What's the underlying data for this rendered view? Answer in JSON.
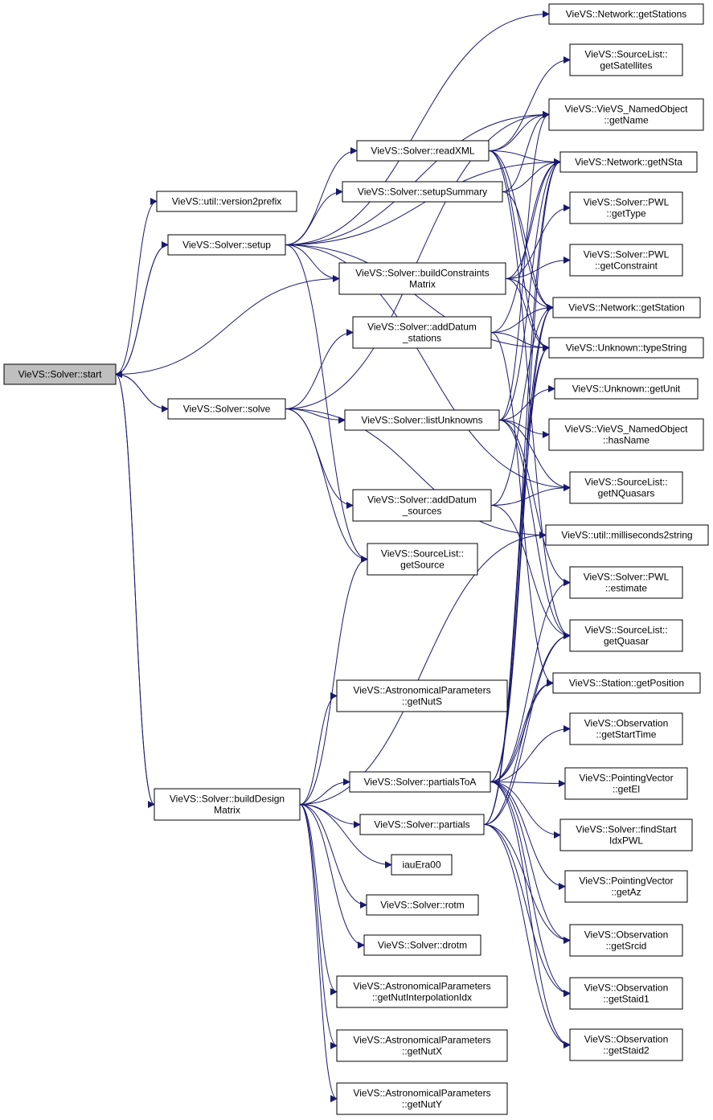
{
  "graph": {
    "type": "call-graph",
    "edge_color": "#191970",
    "root_fill": "#bfbfbf",
    "nodes": [
      {
        "id": "start",
        "lines": [
          "VieVS::Solver::start"
        ],
        "root": true
      },
      {
        "id": "version2prefix",
        "lines": [
          "VieVS::util::version2prefix"
        ]
      },
      {
        "id": "setup",
        "lines": [
          "VieVS::Solver::setup"
        ]
      },
      {
        "id": "solve",
        "lines": [
          "VieVS::Solver::solve"
        ]
      },
      {
        "id": "buildDesign",
        "lines": [
          "VieVS::Solver::buildDesign",
          "Matrix"
        ]
      },
      {
        "id": "readXML",
        "lines": [
          "VieVS::Solver::readXML"
        ]
      },
      {
        "id": "setupSummary",
        "lines": [
          "VieVS::Solver::setupSummary"
        ]
      },
      {
        "id": "buildConstraints",
        "lines": [
          "VieVS::Solver::buildConstraints",
          "Matrix"
        ]
      },
      {
        "id": "addDatumStations",
        "lines": [
          "VieVS::Solver::addDatum",
          "_stations"
        ]
      },
      {
        "id": "listUnknowns",
        "lines": [
          "VieVS::Solver::listUnknowns"
        ]
      },
      {
        "id": "addDatumSources",
        "lines": [
          "VieVS::Solver::addDatum",
          "_sources"
        ]
      },
      {
        "id": "getSource",
        "lines": [
          "VieVS::SourceList::",
          "getSource"
        ]
      },
      {
        "id": "getNutS",
        "lines": [
          "VieVS::AstronomicalParameters",
          "::getNutS"
        ]
      },
      {
        "id": "partialsToA",
        "lines": [
          "VieVS::Solver::partialsToA"
        ]
      },
      {
        "id": "partials",
        "lines": [
          "VieVS::Solver::partials"
        ]
      },
      {
        "id": "iauEra00",
        "lines": [
          "iauEra00"
        ]
      },
      {
        "id": "rotm",
        "lines": [
          "VieVS::Solver::rotm"
        ]
      },
      {
        "id": "drotm",
        "lines": [
          "VieVS::Solver::drotm"
        ]
      },
      {
        "id": "getNutInterp",
        "lines": [
          "VieVS::AstronomicalParameters",
          "::getNutInterpolationIdx"
        ]
      },
      {
        "id": "getNutX",
        "lines": [
          "VieVS::AstronomicalParameters",
          "::getNutX"
        ]
      },
      {
        "id": "getNutY",
        "lines": [
          "VieVS::AstronomicalParameters",
          "::getNutY"
        ]
      },
      {
        "id": "getStations",
        "lines": [
          "VieVS::Network::getStations"
        ]
      },
      {
        "id": "getSatellites",
        "lines": [
          "VieVS::SourceList::",
          "getSatellites"
        ]
      },
      {
        "id": "getName",
        "lines": [
          "VieVS::VieVS_NamedObject",
          "::getName"
        ]
      },
      {
        "id": "getNSta",
        "lines": [
          "VieVS::Network::getNSta"
        ]
      },
      {
        "id": "getType",
        "lines": [
          "VieVS::Solver::PWL",
          "::getType"
        ]
      },
      {
        "id": "getConstraint",
        "lines": [
          "VieVS::Solver::PWL",
          "::getConstraint"
        ]
      },
      {
        "id": "getStation",
        "lines": [
          "VieVS::Network::getStation"
        ]
      },
      {
        "id": "typeString",
        "lines": [
          "VieVS::Unknown::typeString"
        ]
      },
      {
        "id": "getUnit",
        "lines": [
          "VieVS::Unknown::getUnit"
        ]
      },
      {
        "id": "hasName",
        "lines": [
          "VieVS::VieVS_NamedObject",
          "::hasName"
        ]
      },
      {
        "id": "getNQuasars",
        "lines": [
          "VieVS::SourceList::",
          "getNQuasars"
        ]
      },
      {
        "id": "ms2string",
        "lines": [
          "VieVS::util::milliseconds2string"
        ]
      },
      {
        "id": "estimate",
        "lines": [
          "VieVS::Solver::PWL",
          "::estimate"
        ]
      },
      {
        "id": "getQuasar",
        "lines": [
          "VieVS::SourceList::",
          "getQuasar"
        ]
      },
      {
        "id": "getPosition",
        "lines": [
          "VieVS::Station::getPosition"
        ]
      },
      {
        "id": "getStartTime",
        "lines": [
          "VieVS::Observation",
          "::getStartTime"
        ]
      },
      {
        "id": "getEl",
        "lines": [
          "VieVS::PointingVector",
          "::getEl"
        ]
      },
      {
        "id": "findStartIdx",
        "lines": [
          "VieVS::Solver::findStart",
          "IdxPWL"
        ]
      },
      {
        "id": "getAz",
        "lines": [
          "VieVS::PointingVector",
          "::getAz"
        ]
      },
      {
        "id": "getSrcid",
        "lines": [
          "VieVS::Observation",
          "::getSrcid"
        ]
      },
      {
        "id": "getStaid1",
        "lines": [
          "VieVS::Observation",
          "::getStaid1"
        ]
      },
      {
        "id": "getStaid2",
        "lines": [
          "VieVS::Observation",
          "::getStaid2"
        ]
      }
    ],
    "edges": [
      [
        "start",
        "version2prefix"
      ],
      [
        "start",
        "setup"
      ],
      [
        "start",
        "solve"
      ],
      [
        "start",
        "buildDesign"
      ],
      [
        "setup",
        "start"
      ],
      [
        "solve",
        "start"
      ],
      [
        "buildDesign",
        "start"
      ],
      [
        "buildConstraints",
        "start"
      ],
      [
        "setup",
        "readXML"
      ],
      [
        "setup",
        "setupSummary"
      ],
      [
        "setup",
        "buildConstraints"
      ],
      [
        "setup",
        "getName"
      ],
      [
        "setup",
        "getNSta"
      ],
      [
        "setup",
        "getStations"
      ],
      [
        "setup",
        "getSource"
      ],
      [
        "setup",
        "getNQuasars"
      ],
      [
        "setup",
        "typeString"
      ],
      [
        "solve",
        "listUnknowns"
      ],
      [
        "solve",
        "addDatumStations"
      ],
      [
        "solve",
        "addDatumSources"
      ],
      [
        "solve",
        "getSource"
      ],
      [
        "solve",
        "ms2string"
      ],
      [
        "solve",
        "getName"
      ],
      [
        "readXML",
        "getSatellites"
      ],
      [
        "readXML",
        "getName"
      ],
      [
        "readXML",
        "getNSta"
      ],
      [
        "readXML",
        "getStation"
      ],
      [
        "readXML",
        "typeString"
      ],
      [
        "readXML",
        "getQuasar"
      ],
      [
        "setupSummary",
        "getNSta"
      ],
      [
        "setupSummary",
        "getName"
      ],
      [
        "setupSummary",
        "getStation"
      ],
      [
        "buildConstraints",
        "getType"
      ],
      [
        "buildConstraints",
        "getConstraint"
      ],
      [
        "buildConstraints",
        "getStation"
      ],
      [
        "buildConstraints",
        "typeString"
      ],
      [
        "buildConstraints",
        "getNSta"
      ],
      [
        "addDatumStations",
        "getStation"
      ],
      [
        "addDatumStations",
        "typeString"
      ],
      [
        "addDatumStations",
        "getNSta"
      ],
      [
        "addDatumStations",
        "getPosition"
      ],
      [
        "listUnknowns",
        "getUnit"
      ],
      [
        "listUnknowns",
        "hasName"
      ],
      [
        "listUnknowns",
        "getNQuasars"
      ],
      [
        "listUnknowns",
        "getName"
      ],
      [
        "listUnknowns",
        "getNSta"
      ],
      [
        "listUnknowns",
        "getQuasar"
      ],
      [
        "listUnknowns",
        "estimate"
      ],
      [
        "addDatumSources",
        "getNQuasars"
      ],
      [
        "addDatumSources",
        "getQuasar"
      ],
      [
        "addDatumSources",
        "getStation"
      ],
      [
        "buildDesign",
        "getSource"
      ],
      [
        "buildDesign",
        "getNutS"
      ],
      [
        "buildDesign",
        "partialsToA"
      ],
      [
        "buildDesign",
        "partials"
      ],
      [
        "buildDesign",
        "iauEra00"
      ],
      [
        "buildDesign",
        "rotm"
      ],
      [
        "buildDesign",
        "drotm"
      ],
      [
        "buildDesign",
        "getNutInterp"
      ],
      [
        "buildDesign",
        "getNutX"
      ],
      [
        "buildDesign",
        "getNutY"
      ],
      [
        "buildDesign",
        "ms2string"
      ],
      [
        "partialsToA",
        "getStartTime"
      ],
      [
        "partialsToA",
        "getEl"
      ],
      [
        "partialsToA",
        "findStartIdx"
      ],
      [
        "partialsToA",
        "getAz"
      ],
      [
        "partialsToA",
        "getSrcid"
      ],
      [
        "partialsToA",
        "getStaid1"
      ],
      [
        "partialsToA",
        "getStaid2"
      ],
      [
        "partialsToA",
        "getStation"
      ],
      [
        "partialsToA",
        "getPosition"
      ],
      [
        "partialsToA",
        "getQuasar"
      ],
      [
        "partialsToA",
        "estimate"
      ],
      [
        "partialsToA",
        "typeString"
      ],
      [
        "partialsToA",
        "getNSta"
      ],
      [
        "partials",
        "getSrcid"
      ],
      [
        "partials",
        "getStaid1"
      ],
      [
        "partials",
        "getStaid2"
      ],
      [
        "partials",
        "getStation"
      ],
      [
        "partials",
        "getQuasar"
      ],
      [
        "partials",
        "typeString"
      ],
      [
        "partials",
        "getPosition"
      ],
      [
        "partials",
        "getNSta"
      ]
    ]
  }
}
